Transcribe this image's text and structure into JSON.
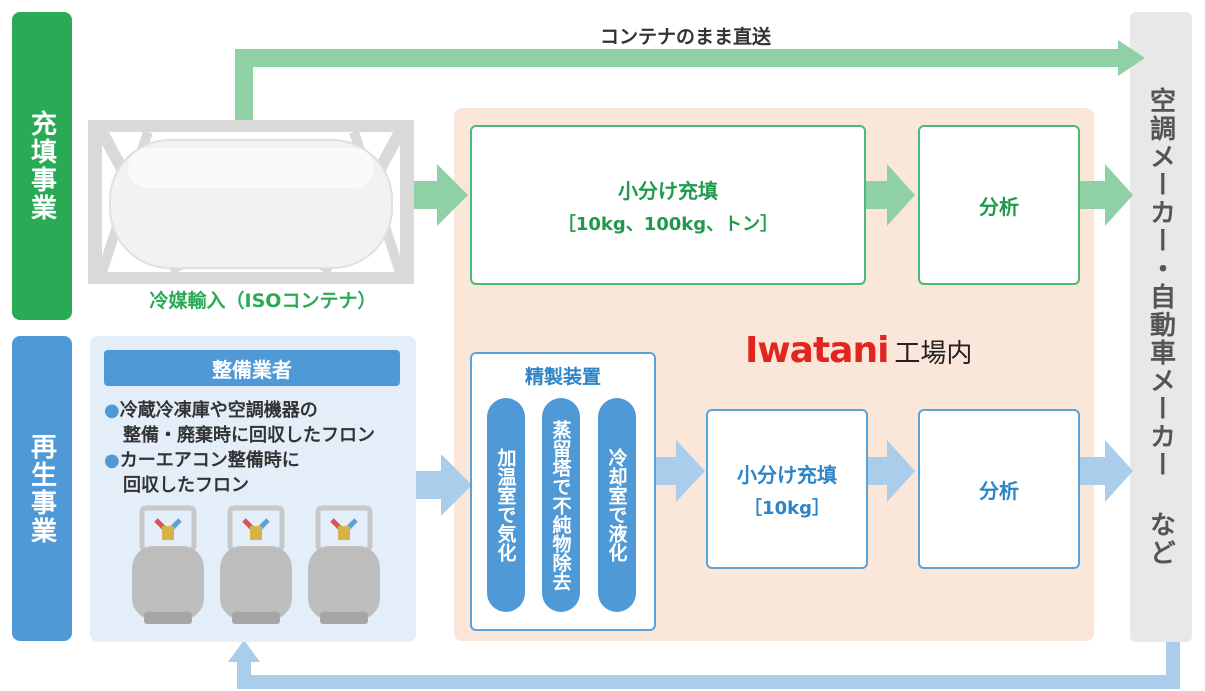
{
  "labels": {
    "filling_business": "充填事業",
    "recycling_business": "再生事業",
    "direct_shipping": "コンテナのまま直送",
    "refrigerant_import": "冷媒輸入（ISOコンテナ）",
    "customers": "空調メーカー・自動車メーカー など",
    "iwatani_logo": "Iwatani",
    "factory": "工場内"
  },
  "upper_flow": {
    "small_filling_title": "小分け充填",
    "small_filling_sizes": "［10kg、100kg、トン］",
    "analysis": "分析"
  },
  "service_provider": {
    "header": "整備業者",
    "bullet1_line1": "冷蔵冷凍庫や空調機器の",
    "bullet1_line2": "整備・廃棄時に回収したフロン",
    "bullet2_line1": "カーエアコン整備時に",
    "bullet2_line2": "回収したフロン"
  },
  "refining": {
    "title": "精製装置",
    "step1": "加温室で気化",
    "step2": "蒸留塔で不純物除去",
    "step3": "冷却室で液化"
  },
  "lower_flow": {
    "small_filling_title": "小分け充填",
    "small_filling_sizes": "［10kg］",
    "analysis": "分析"
  },
  "colors": {
    "green_label": "#2aaa55",
    "blue_label": "#4f9ad6",
    "green_arrow": "#8fd0a6",
    "blue_arrow": "#a9cdea",
    "factory_bg": "#fbe6da",
    "iwatani_red": "#e0261f"
  }
}
